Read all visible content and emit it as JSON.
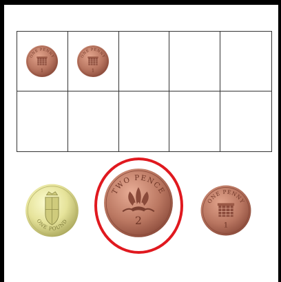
{
  "ten_frame": {
    "rows": 2,
    "cols": 5,
    "placed_coins": [
      "one-penny",
      "one-penny"
    ]
  },
  "tray": {
    "coins": [
      {
        "type": "one-pound",
        "inscription": "ONE POUND",
        "selected": false
      },
      {
        "type": "two-pence",
        "inscription": "TWO PENCE",
        "numeral": "2",
        "selected": true
      },
      {
        "type": "one-penny",
        "inscription": "ONE PENNY",
        "numeral": "1",
        "selected": false
      }
    ]
  },
  "colors": {
    "copper": "#b87560",
    "copper_dark": "#8a4a3a",
    "gold": "#e6e39a",
    "gold_dark": "#b8b56a",
    "selection": "#e0191f"
  },
  "labels": {
    "penny_text": "ONE PENNY",
    "penny_numeral": "1",
    "twopence_text": "TWO PENCE",
    "twopence_numeral": "2",
    "pound_text": "ONE POUND"
  }
}
